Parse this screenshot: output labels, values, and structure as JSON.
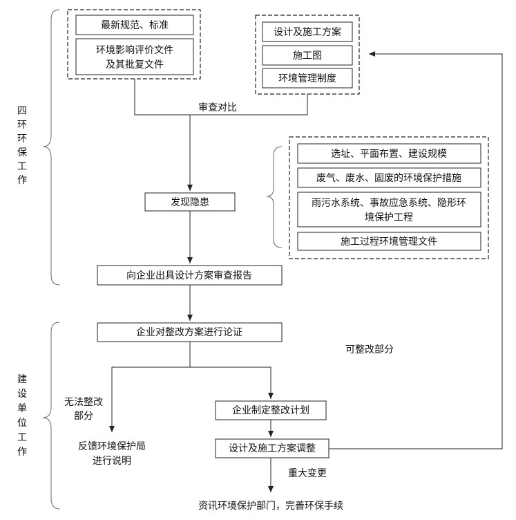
{
  "side_labels": {
    "section1": [
      "四",
      "环",
      "环",
      "保",
      "工",
      "作"
    ],
    "section2": [
      "建",
      "设",
      "单",
      "位",
      "工",
      "作"
    ]
  },
  "group_left": [
    "最新规范、标准",
    "环境影响评价文件",
    "及其批复文件"
  ],
  "group_right": [
    "设计及施工方案",
    "施工图",
    "环境管理制度"
  ],
  "review_label": "审查对比",
  "find_issue": "发现隐患",
  "issue_list": [
    "选址、平面布置、建设规模",
    "废气、废水、固废的环境保护措施",
    "雨污水系统、事故应急系统、隐形环",
    "境保护工程",
    "施工过程环境管理文件"
  ],
  "report": "向企业出具设计方案审查报告",
  "demonstration": "企业对整改方案进行论证",
  "fixable_label": "可整改部分",
  "unfixable_label": [
    "无法整改",
    "部分"
  ],
  "feedback": [
    "反馈环境保护局",
    "进行说明"
  ],
  "rectify_plan": "企业制定整改计划",
  "adjust": "设计及施工方案调整",
  "major_change": "重大变更",
  "final": "资讯环境保护部门，完善环保手续"
}
